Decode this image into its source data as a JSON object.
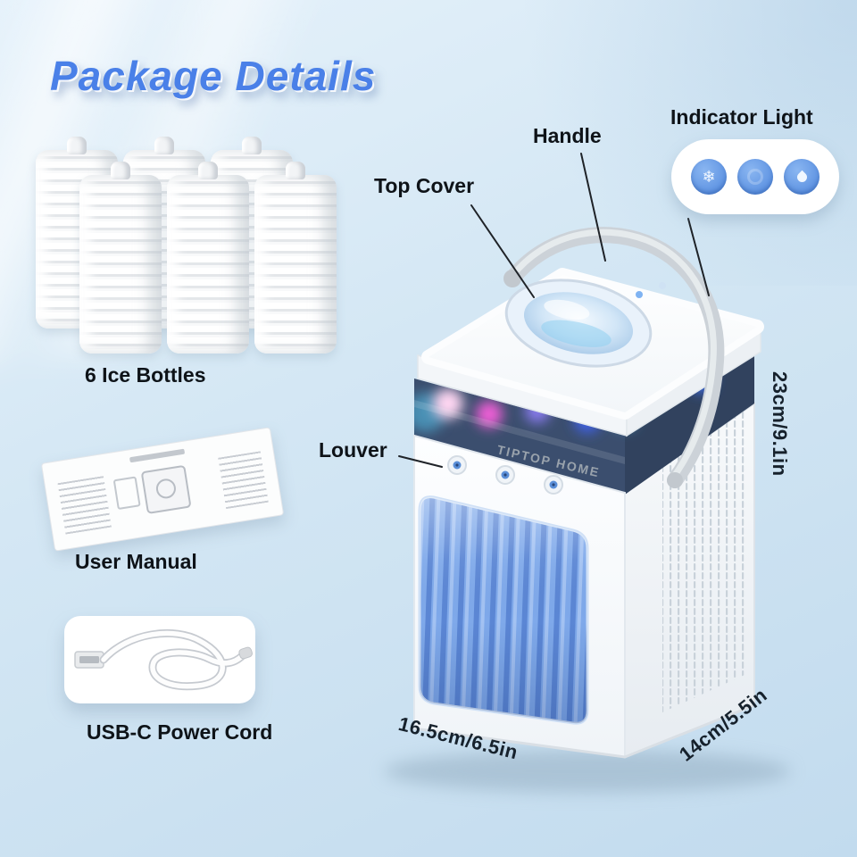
{
  "title": "Package Details",
  "brand": "TIPTOP HOME",
  "package_items": [
    {
      "name": "ice-bottles",
      "label": "6 Ice Bottles"
    },
    {
      "name": "user-manual",
      "label": "User Manual"
    },
    {
      "name": "usb-cord",
      "label": "USB-C Power Cord"
    }
  ],
  "callouts": {
    "handle": "Handle",
    "top_cover": "Top Cover",
    "indicator_light": "Indicator Light",
    "louver": "Louver"
  },
  "dimensions": {
    "height": "23cm/9.1in",
    "width": "16.5cm/6.5in",
    "depth": "14cm/5.5in"
  },
  "colors": {
    "title_blue": "#4a80e8",
    "louver_blue": "#7fa9ea",
    "button_blue": "#6aa0e6",
    "background_top": "#e6f2fb",
    "background_bottom": "#c2dbee",
    "label_text": "#0e1318"
  }
}
